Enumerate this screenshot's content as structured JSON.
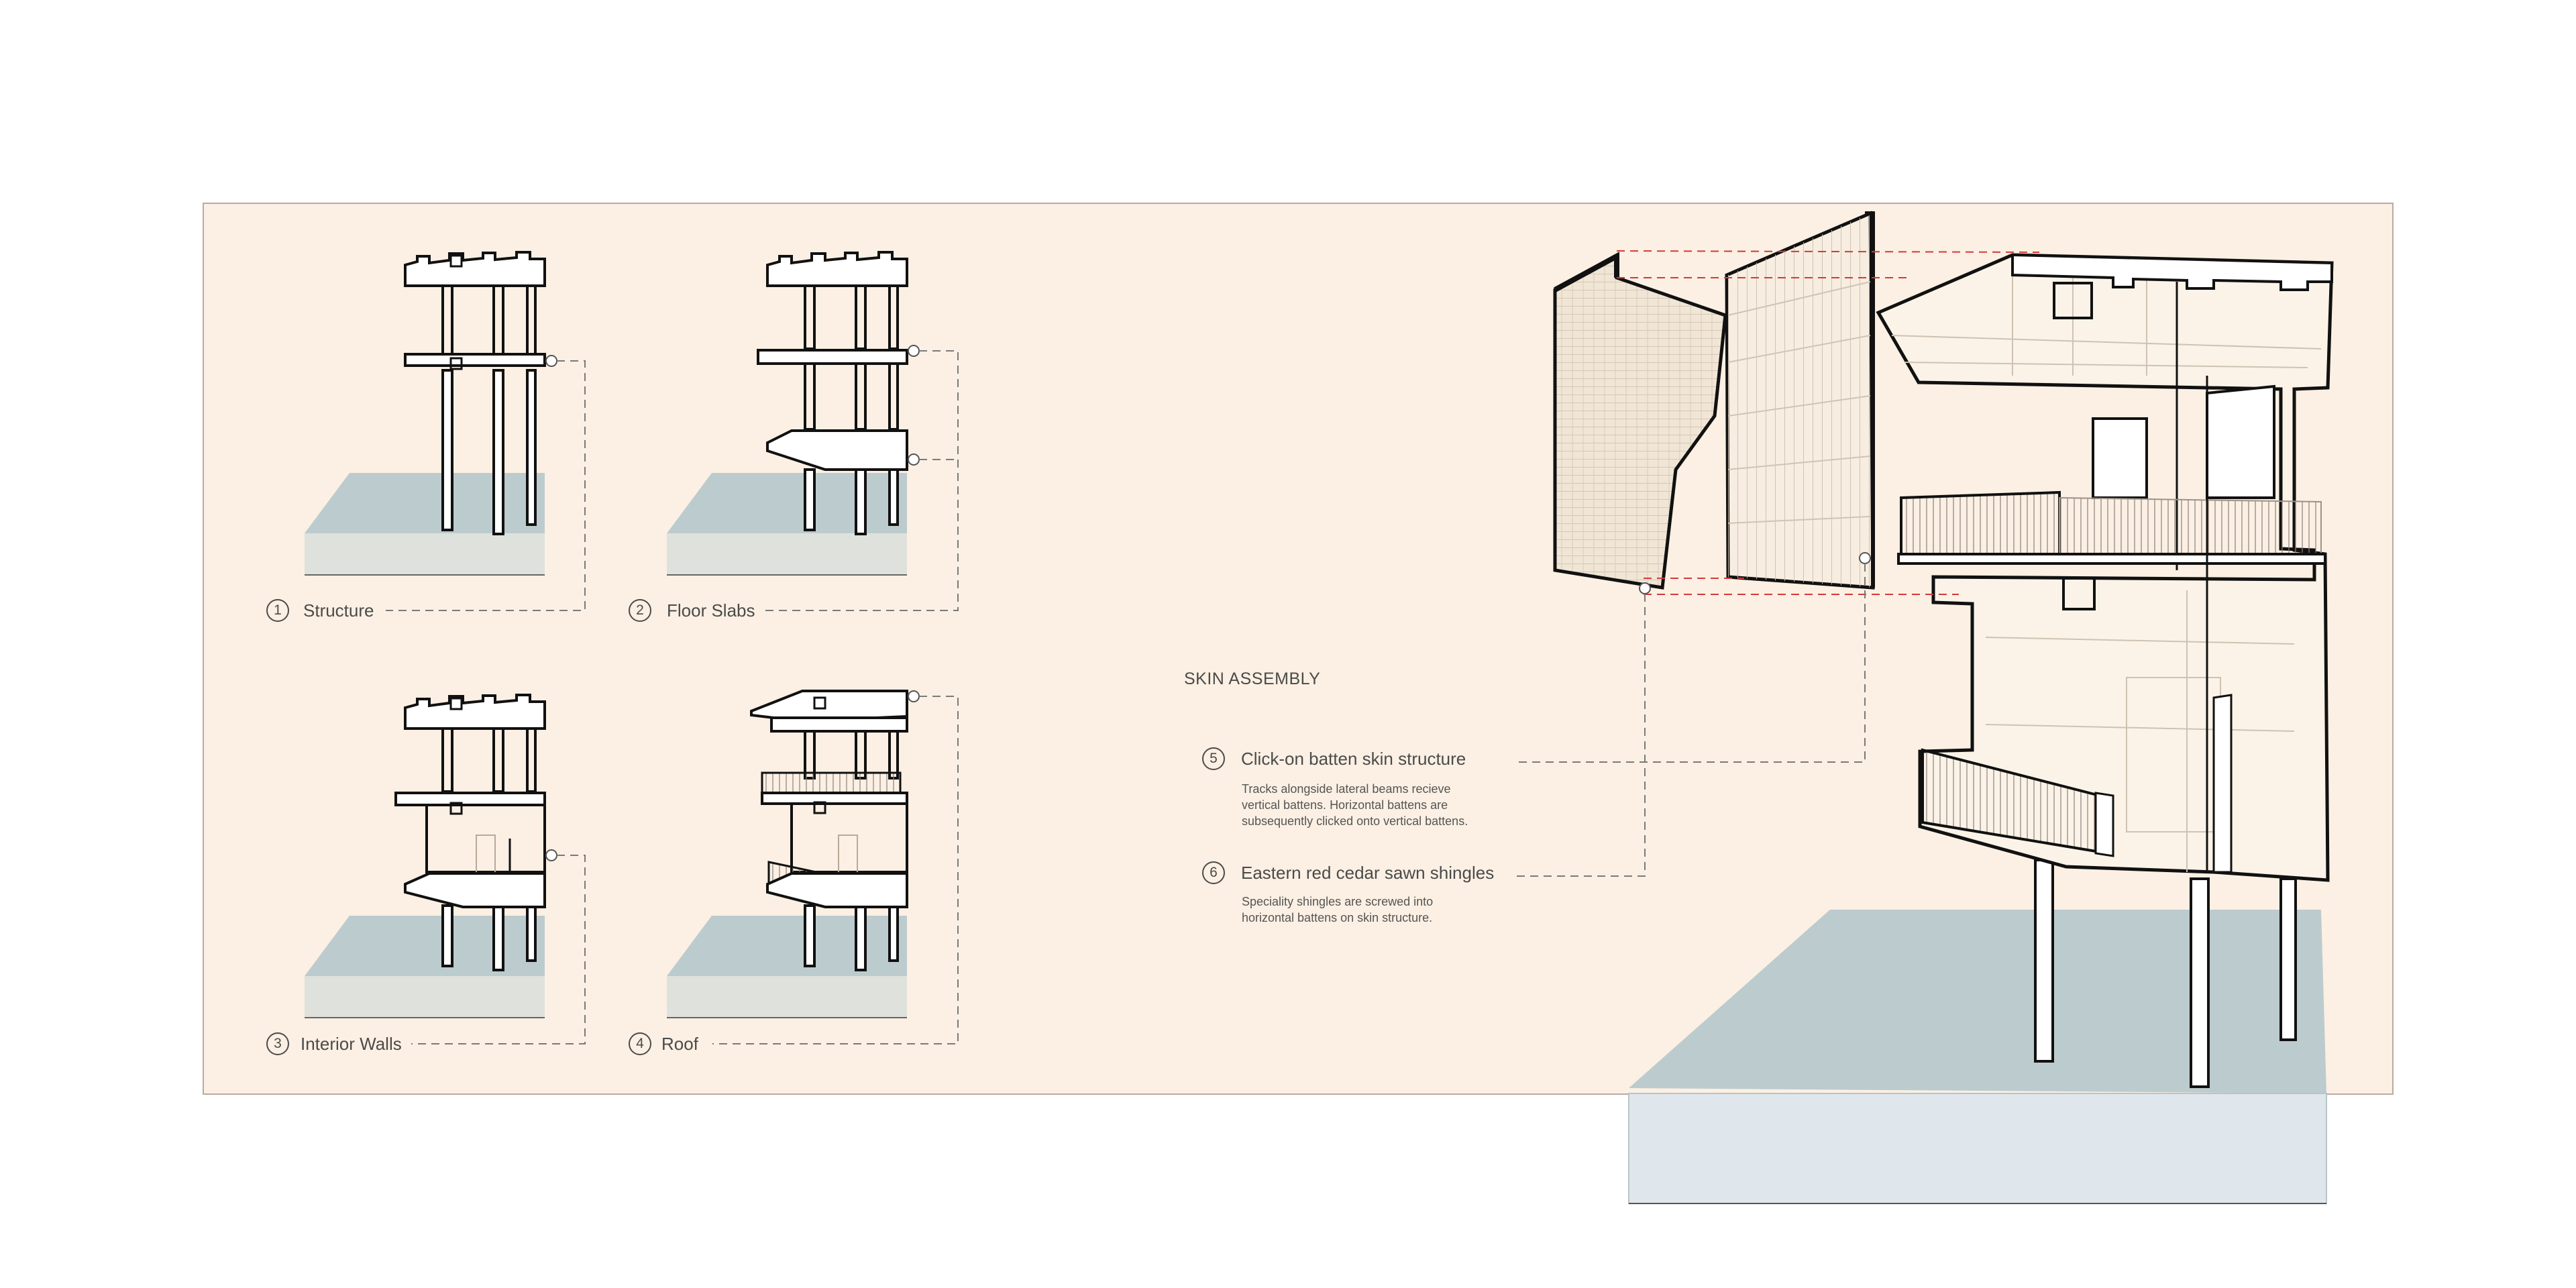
{
  "sheet": {
    "colors": {
      "panel_background": "#fbf0e3",
      "panel_border": "#b9aba0",
      "ground_top": "#bccbce",
      "ground_side": "#dfe2dc",
      "water": "#dfe7ec",
      "linework": "#111111",
      "leader": "#7a7a7a",
      "alignment_dashes": "#d23a3a"
    },
    "steps": [
      {
        "number": "1",
        "label": "Structure"
      },
      {
        "number": "2",
        "label": "Floor Slabs"
      },
      {
        "number": "3",
        "label": "Interior Walls"
      },
      {
        "number": "4",
        "label": "Roof"
      }
    ],
    "skin_assembly": {
      "title": "SKIN ASSEMBLY",
      "notes": [
        {
          "number": "5",
          "title": "Click-on batten skin structure",
          "body": [
            "Tracks alongside lateral beams recieve",
            "vertical battens.  Horizontal battens are",
            "subsequently clicked onto vertical battens."
          ]
        },
        {
          "number": "6",
          "title": "Eastern red cedar sawn shingles",
          "body": [
            "Speciality shingles are screwed into",
            "horizontal battens on skin structure."
          ]
        }
      ]
    }
  }
}
